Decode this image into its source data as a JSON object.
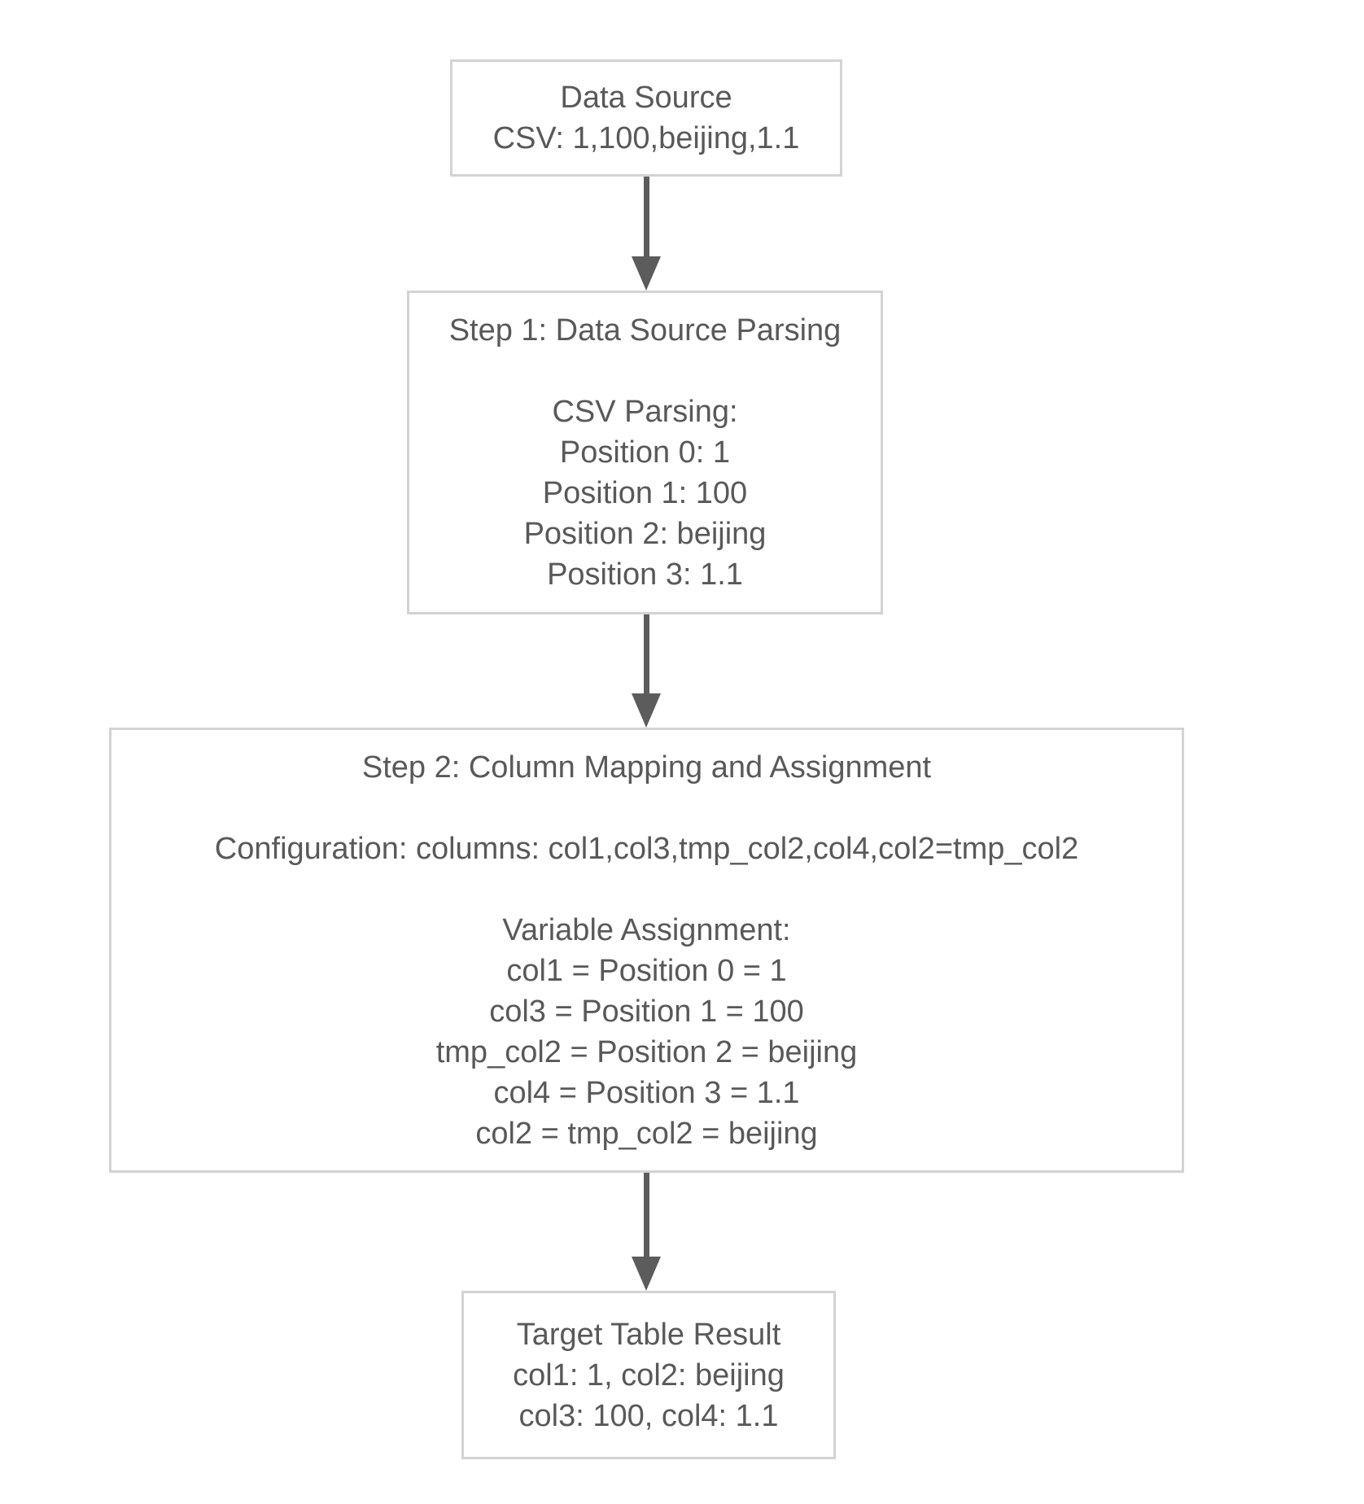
{
  "diagram": {
    "type": "flowchart",
    "direction": "top-down",
    "colors": {
      "background": "#ffffff",
      "box_fill": "#ffffff",
      "box_border": "#d3d3d3",
      "text": "#595959",
      "arrow": "#5c5c5c"
    }
  },
  "nodes": {
    "data_source": {
      "lines": [
        "Data Source",
        "CSV: 1,100,beijing,1.1"
      ]
    },
    "step1": {
      "lines": [
        "Step 1: Data Source Parsing",
        "",
        "CSV Parsing:",
        "Position 0: 1",
        "Position 1: 100",
        "Position 2: beijing",
        "Position 3: 1.1"
      ]
    },
    "step2": {
      "lines": [
        "Step 2: Column Mapping and Assignment",
        "",
        "Configuration: columns: col1,col3,tmp_col2,col4,col2=tmp_col2",
        "",
        "Variable Assignment:",
        "col1 = Position 0 = 1",
        "col3 = Position 1 = 100",
        "tmp_col2 = Position 2 = beijing",
        "col4 = Position 3 = 1.1",
        "col2 = tmp_col2 = beijing"
      ]
    },
    "target": {
      "lines": [
        "Target Table Result",
        "col1: 1, col2: beijing",
        "col3: 100, col4: 1.1"
      ]
    }
  }
}
